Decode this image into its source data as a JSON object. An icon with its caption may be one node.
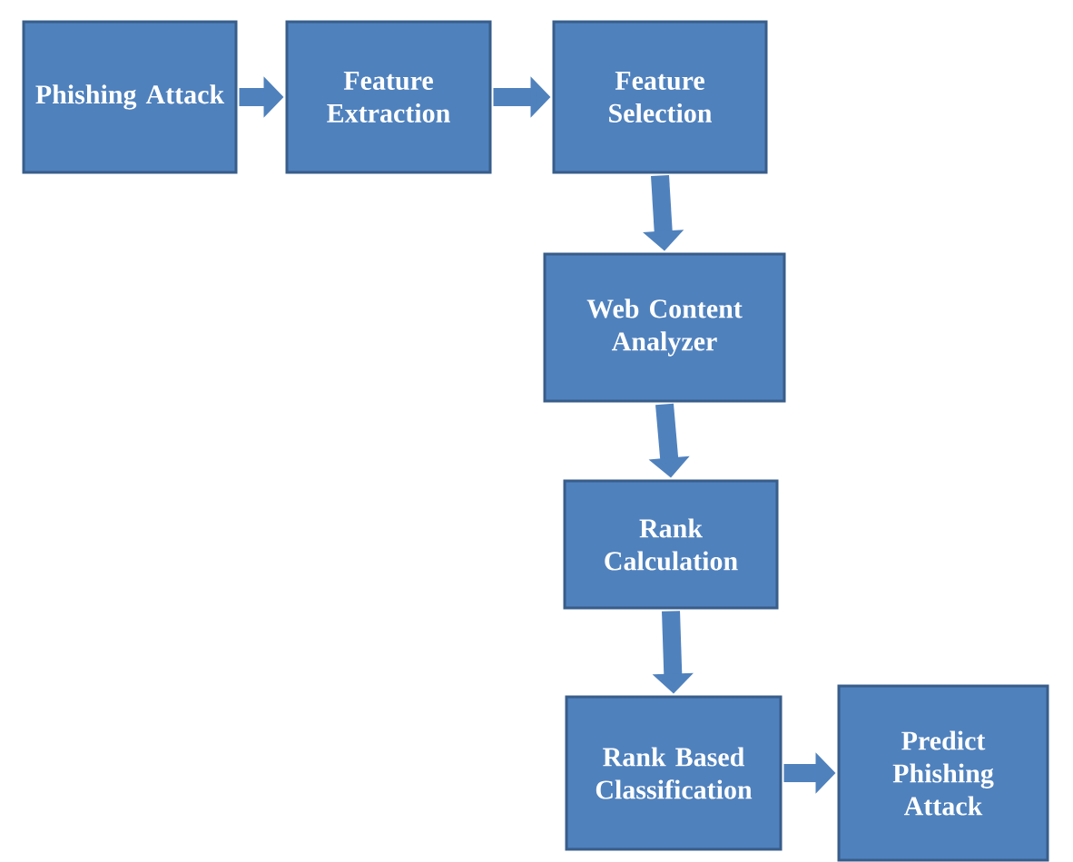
{
  "diagram": {
    "nodes": [
      {
        "text": [
          "Phishing Attack"
        ]
      },
      {
        "text": [
          "Feature Extraction"
        ]
      },
      {
        "text": [
          "Feature Selection"
        ]
      },
      {
        "text": [
          "Web Content Analyzer"
        ]
      },
      {
        "text": [
          "Rank Calculation"
        ]
      },
      {
        "text": [
          "Rank Based Classification"
        ]
      },
      {
        "text": [
          "Predict Phishing Attack"
        ]
      }
    ],
    "edges": [
      {
        "from": 0,
        "to": 1,
        "arrow": "to"
      },
      {
        "from": 1,
        "to": 2,
        "arrow": "to"
      },
      {
        "from": 2,
        "to": 3,
        "arrow": "to"
      },
      {
        "from": 3,
        "to": 4,
        "arrow": "to"
      },
      {
        "from": 4,
        "to": 5,
        "arrow": "to"
      },
      {
        "from": 5,
        "to": 6,
        "arrow": "to"
      }
    ]
  }
}
